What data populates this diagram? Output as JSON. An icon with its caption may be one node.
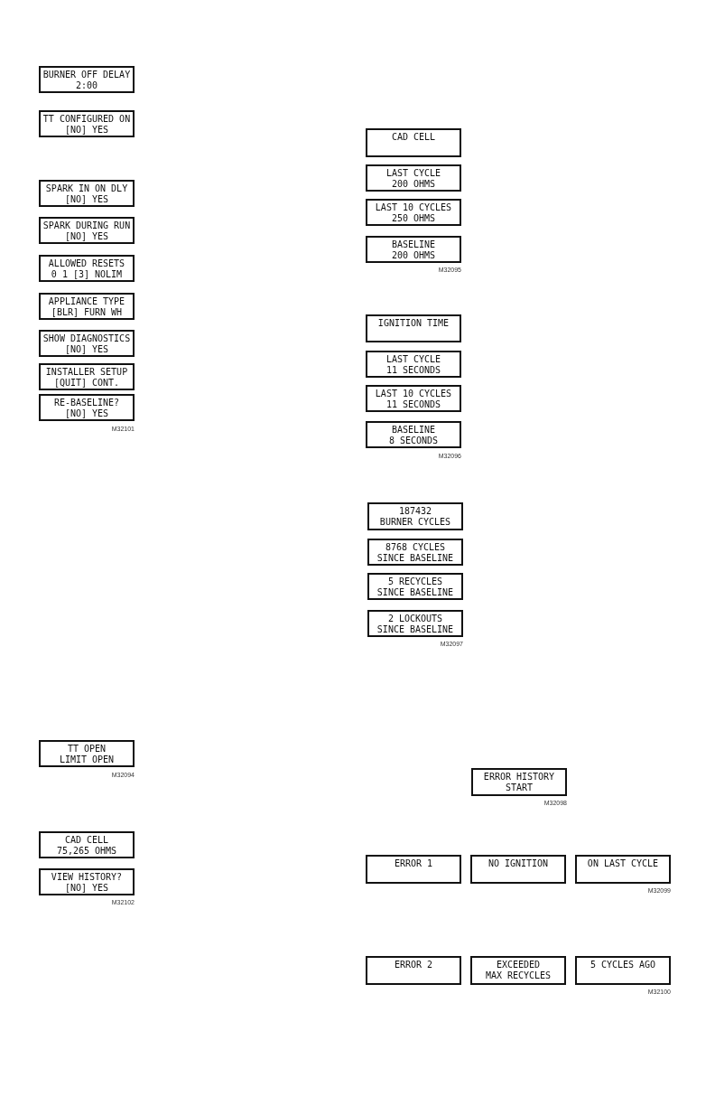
{
  "diagram": {
    "nodes": [
      {
        "text": [
          "BURNER OFF DELAY",
          "2:00"
        ]
      },
      {
        "text": [
          "TT CONFIGURED ON",
          "[NO] YES"
        ]
      },
      {
        "text": [
          "SPARK IN ON DLY",
          "[NO] YES"
        ]
      },
      {
        "text": [
          "SPARK DURING RUN",
          "[NO] YES"
        ]
      },
      {
        "text": [
          "ALLOWED RESETS",
          "0 1 [3] NOLIM"
        ]
      },
      {
        "text": [
          "APPLIANCE TYPE",
          "[BLR] FURN WH"
        ]
      },
      {
        "text": [
          "SHOW DIAGNOSTICS",
          "[NO] YES"
        ]
      },
      {
        "text": [
          "INSTALLER SETUP",
          "[QUIT] CONT."
        ]
      },
      {
        "text": [
          "RE-BASELINE?",
          "[NO] YES"
        ]
      },
      {
        "text": [
          "TT OPEN",
          "LIMIT OPEN"
        ]
      },
      {
        "text": [
          "CAD CELL",
          "75,265 OHMS"
        ]
      },
      {
        "text": [
          "VIEW HISTORY?",
          "[NO] YES"
        ]
      },
      {
        "text": [
          "CAD CELL"
        ]
      },
      {
        "text": [
          "LAST CYCLE",
          "200 OHMS"
        ]
      },
      {
        "text": [
          "LAST 10 CYCLES",
          "250 OHMS"
        ]
      },
      {
        "text": [
          "BASELINE",
          "200 OHMS"
        ]
      },
      {
        "text": [
          "IGNITION TIME"
        ]
      },
      {
        "text": [
          "LAST CYCLE",
          "11 SECONDS"
        ]
      },
      {
        "text": [
          "LAST 10 CYCLES",
          "11 SECONDS"
        ]
      },
      {
        "text": [
          "BASELINE",
          "8 SECONDS"
        ]
      },
      {
        "text": [
          "187432",
          "BURNER CYCLES"
        ]
      },
      {
        "text": [
          "8768 CYCLES",
          "SINCE BASELINE"
        ]
      },
      {
        "text": [
          "5 RECYCLES",
          "SINCE BASELINE"
        ]
      },
      {
        "text": [
          "2 LOCKOUTS",
          "SINCE BASELINE"
        ]
      },
      {
        "text": [
          "ERROR HISTORY",
          "START"
        ]
      },
      {
        "text": [
          "ERROR 1"
        ]
      },
      {
        "text": [
          "NO IGNITION"
        ]
      },
      {
        "text": [
          "ON LAST CYCLE"
        ]
      },
      {
        "text": [
          "ERROR 2"
        ]
      },
      {
        "text": [
          "EXCEEDED",
          "MAX RECYCLES"
        ]
      },
      {
        "text": [
          "5 CYCLES AGO"
        ]
      }
    ],
    "labels": [
      "M32101",
      "M32094",
      "M32102",
      "M32095",
      "M32096",
      "M32097",
      "M32098",
      "M32099",
      "M32100"
    ]
  }
}
